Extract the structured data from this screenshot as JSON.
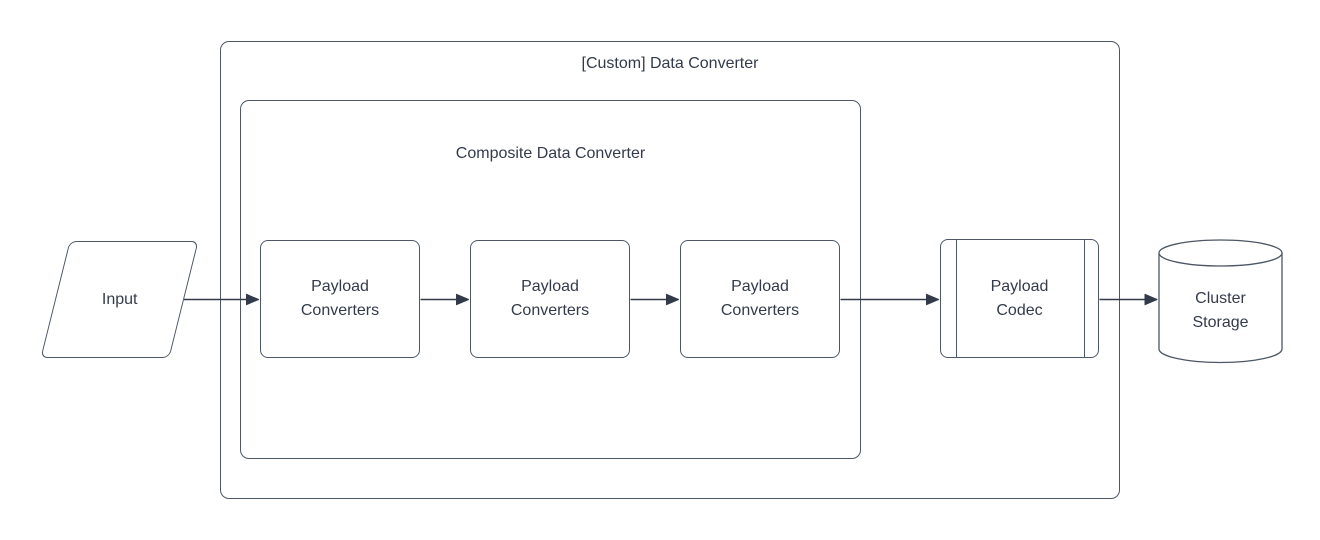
{
  "diagram": {
    "background_color": "#ffffff",
    "stroke_color": "#4d5766",
    "arrow_color": "#333b4b",
    "text_color": "#333b4b",
    "outer_group": {
      "title": "[Custom] Data Converter"
    },
    "inner_group": {
      "title": "Composite Data Converter"
    },
    "nodes": {
      "input": {
        "label": "Input",
        "shape": "parallelogram"
      },
      "payload_converters_1": {
        "label": "Payload Converters",
        "shape": "process"
      },
      "payload_converters_2": {
        "label": "Payload Converters",
        "shape": "process"
      },
      "payload_converters_3": {
        "label": "Payload Converters",
        "shape": "process"
      },
      "payload_codec": {
        "label": "Payload Codec",
        "shape": "predefined-process"
      },
      "cluster_storage": {
        "label": "Cluster Storage",
        "shape": "database-cylinder"
      }
    },
    "edges": [
      {
        "from": "input",
        "to": "payload_converters_1"
      },
      {
        "from": "payload_converters_1",
        "to": "payload_converters_2"
      },
      {
        "from": "payload_converters_2",
        "to": "payload_converters_3"
      },
      {
        "from": "payload_converters_3",
        "to": "payload_codec"
      },
      {
        "from": "payload_codec",
        "to": "cluster_storage"
      }
    ]
  }
}
